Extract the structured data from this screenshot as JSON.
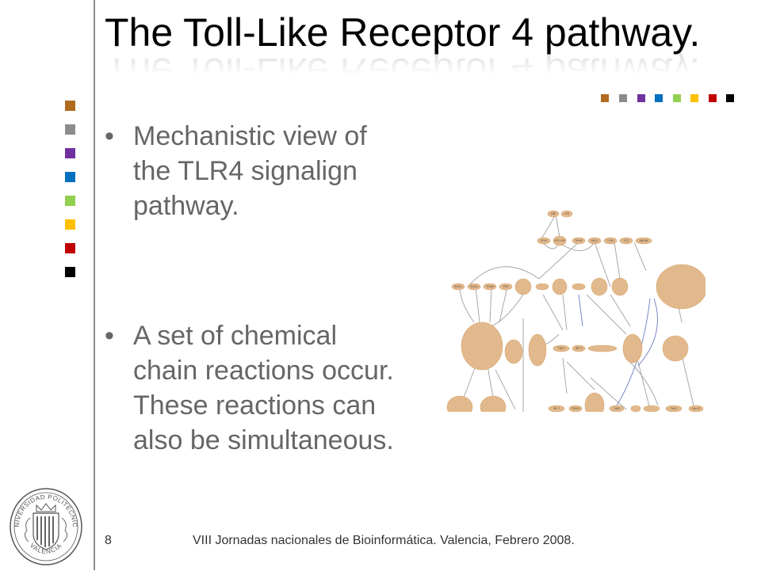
{
  "title": "The Toll-Like Receptor 4 pathway.",
  "bullets": [
    "Mechanistic view of the TLR4 signalign pathway.",
    "A set of chemical chain reactions occur. These reactions can also be simultaneous."
  ],
  "bullet_glyph": "•",
  "palette": [
    "#b06a1e",
    "#8c8c8c",
    "#7030a0",
    "#0070c0",
    "#92d050",
    "#ffc000",
    "#c00000",
    "#000000"
  ],
  "footer": {
    "slide_number": "8",
    "text": "VIII Jornadas nacionales de Bioinformática. Valencia, Febrero 2008."
  },
  "logo": {
    "top_text": "UNIVERSIDAD POLITECNICA",
    "bottom_text": "VALENCIA"
  },
  "diagram": {
    "nodes": [
      {
        "label": "LBP"
      },
      {
        "label": "LPS"
      },
      {
        "label": "CD14"
      },
      {
        "label": "LPS LBP"
      },
      {
        "label": "TIRAP"
      },
      {
        "label": "MD-2"
      },
      {
        "label": "TLR4"
      },
      {
        "label": "ST2"
      },
      {
        "label": "MyD88"
      },
      {
        "label": "IRAK1"
      },
      {
        "label": "IRAK4"
      },
      {
        "label": "TRAM"
      },
      {
        "label": "TRIF"
      },
      {
        "label": "TBK1"
      },
      {
        "label": "IRF-3"
      },
      {
        "label": "IRF-7"
      },
      {
        "label": "TRAF6"
      },
      {
        "label": "TAB2"
      },
      {
        "label": "TAK1"
      },
      {
        "label": "Ubc13"
      }
    ]
  }
}
